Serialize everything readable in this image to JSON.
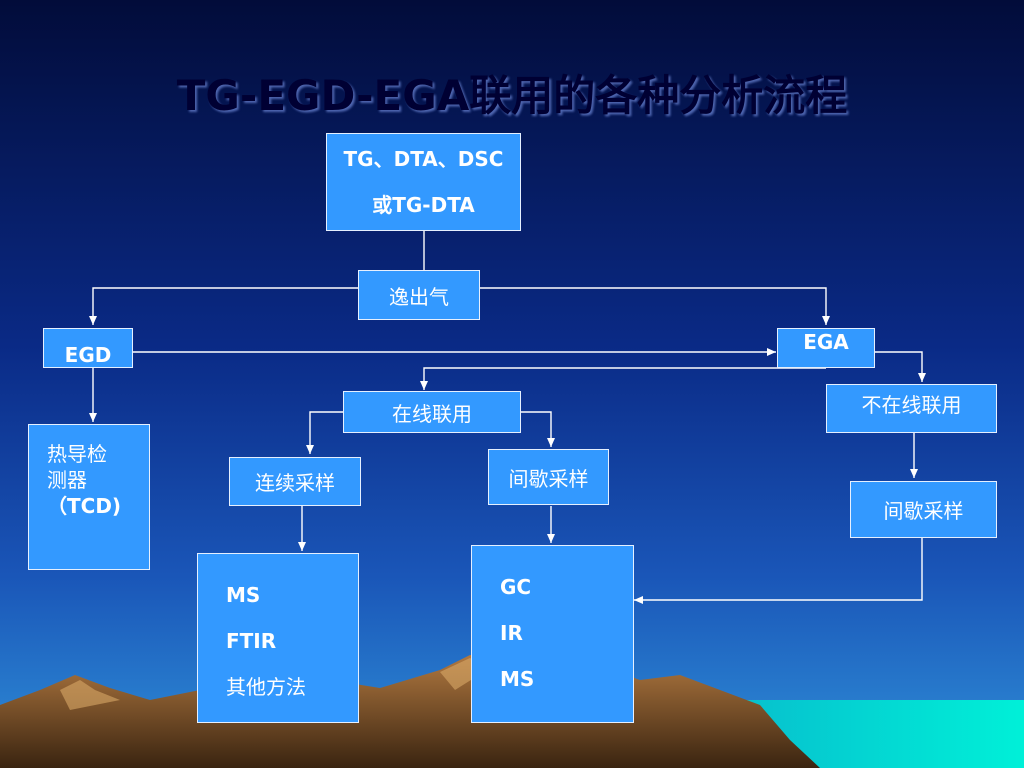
{
  "title": "TG-EGD-EGA联用的各种分析流程",
  "colors": {
    "box_fill": "#3399ff",
    "box_border": "#e6f0ff",
    "wire": "#ffffff",
    "title": "#000033"
  },
  "nodes": {
    "thermal": {
      "line1": "TG、DTA、DSC",
      "line2": "或TG-DTA"
    },
    "evolved_gas": "逸出气",
    "egd": "EGD",
    "ega": "EGA",
    "online": "在线联用",
    "offline": "不在线联用",
    "tcd": {
      "line1": "热导检",
      "line2": "测器",
      "line3": "（TCD)"
    },
    "continuous": "连续采样",
    "intermittent_online": "间歇采样",
    "intermittent_offline": "间歇采样",
    "ms_group": [
      "MS",
      "FTIR",
      "其他方法"
    ],
    "gc_group": [
      "GC",
      "IR",
      "MS"
    ]
  }
}
